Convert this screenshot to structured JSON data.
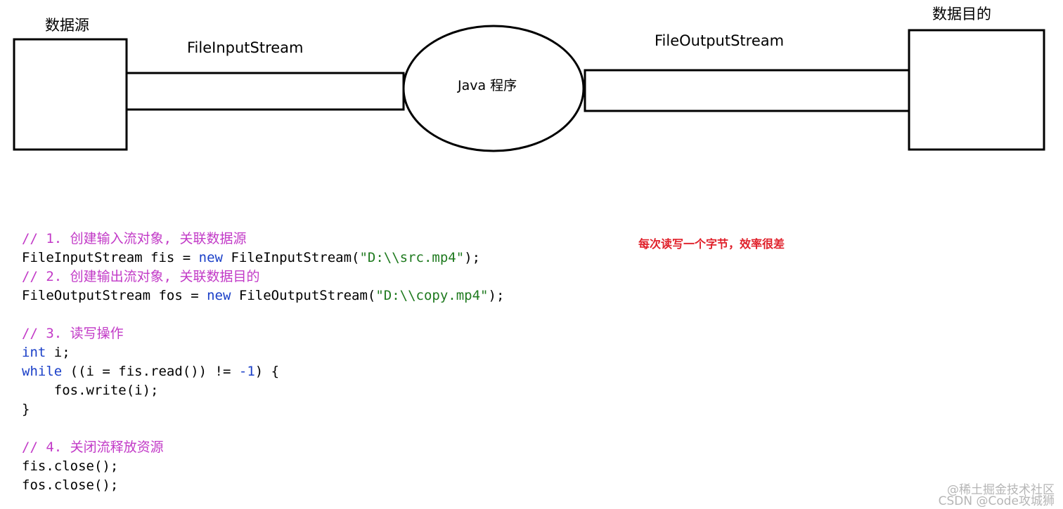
{
  "diagram": {
    "source_label": "数据源",
    "input_stream_label": "FileInputStream",
    "program_label": "Java 程序",
    "output_stream_label": "FileOutputStream",
    "destination_label": "数据目的"
  },
  "code": {
    "lines": [
      [
        {
          "t": "// 1. 创建输入流对象, 关联数据源",
          "c": "comment"
        }
      ],
      [
        {
          "t": "FileInputStream fis = ",
          "c": "plain"
        },
        {
          "t": "new",
          "c": "keyword"
        },
        {
          "t": " FileInputStream(",
          "c": "plain"
        },
        {
          "t": "\"D:\\\\src.mp4\"",
          "c": "string"
        },
        {
          "t": ");",
          "c": "plain"
        }
      ],
      [
        {
          "t": "// 2. 创建输出流对象, 关联数据目的",
          "c": "comment"
        }
      ],
      [
        {
          "t": "FileOutputStream fos = ",
          "c": "plain"
        },
        {
          "t": "new",
          "c": "keyword"
        },
        {
          "t": " FileOutputStream(",
          "c": "plain"
        },
        {
          "t": "\"D:\\\\copy.mp4\"",
          "c": "string"
        },
        {
          "t": ");",
          "c": "plain"
        }
      ],
      [],
      [
        {
          "t": "// 3. 读写操作",
          "c": "comment"
        }
      ],
      [
        {
          "t": "int",
          "c": "keyword"
        },
        {
          "t": " i;",
          "c": "plain"
        }
      ],
      [
        {
          "t": "while",
          "c": "keyword"
        },
        {
          "t": " ((i = fis.read()) != ",
          "c": "plain"
        },
        {
          "t": "-1",
          "c": "number"
        },
        {
          "t": ") {",
          "c": "plain"
        }
      ],
      [
        {
          "t": "    fos.write(i);",
          "c": "plain"
        }
      ],
      [
        {
          "t": "}",
          "c": "plain"
        }
      ],
      [],
      [
        {
          "t": "// 4. 关闭流释放资源",
          "c": "comment"
        }
      ],
      [
        {
          "t": "fis.close();",
          "c": "plain"
        }
      ],
      [
        {
          "t": "fos.close();",
          "c": "plain"
        }
      ]
    ]
  },
  "note": "每次读写一个字节，效率很差",
  "watermark": {
    "line1": "@稀土掘金技术社区",
    "line2": "CSDN @Code攻城狮"
  },
  "colors": {
    "comment": "#c23ac7",
    "keyword": "#1b40c8",
    "string": "#1f7a1f",
    "note": "#e0202a"
  }
}
